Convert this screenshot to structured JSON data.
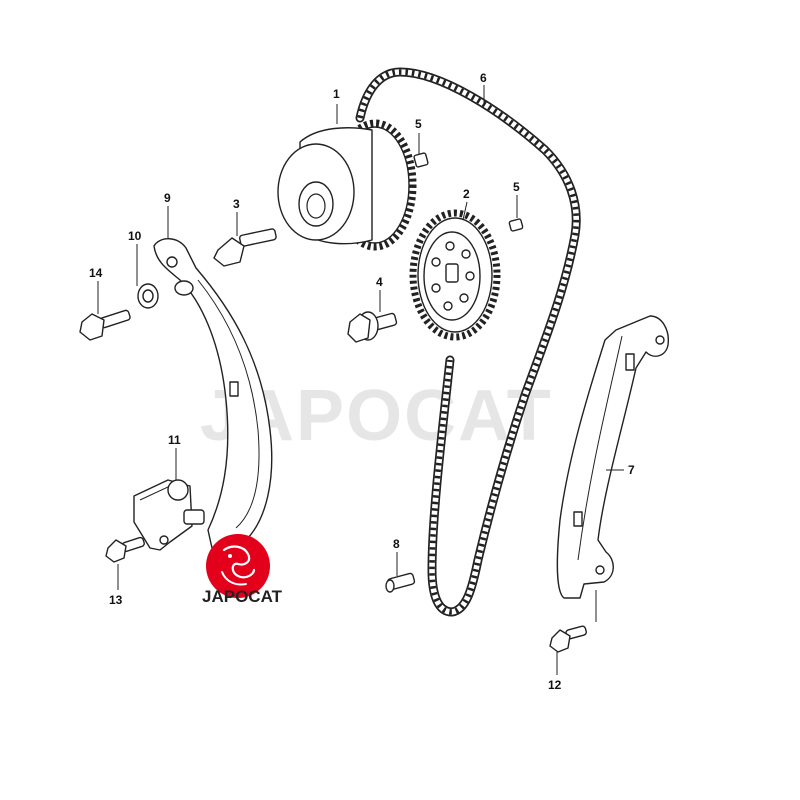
{
  "watermark": {
    "text": "JAPOCAT"
  },
  "logo": {
    "text": "JAPOCAT",
    "color": "#e3001b"
  },
  "callouts": {
    "p1": "1",
    "p2": "2",
    "p3": "3",
    "p4": "4",
    "p5a": "5",
    "p5b": "5",
    "p6": "6",
    "p7": "7",
    "p8": "8",
    "p9": "9",
    "p10": "10",
    "p11": "11",
    "p12": "12",
    "p13": "13",
    "p14": "14"
  }
}
